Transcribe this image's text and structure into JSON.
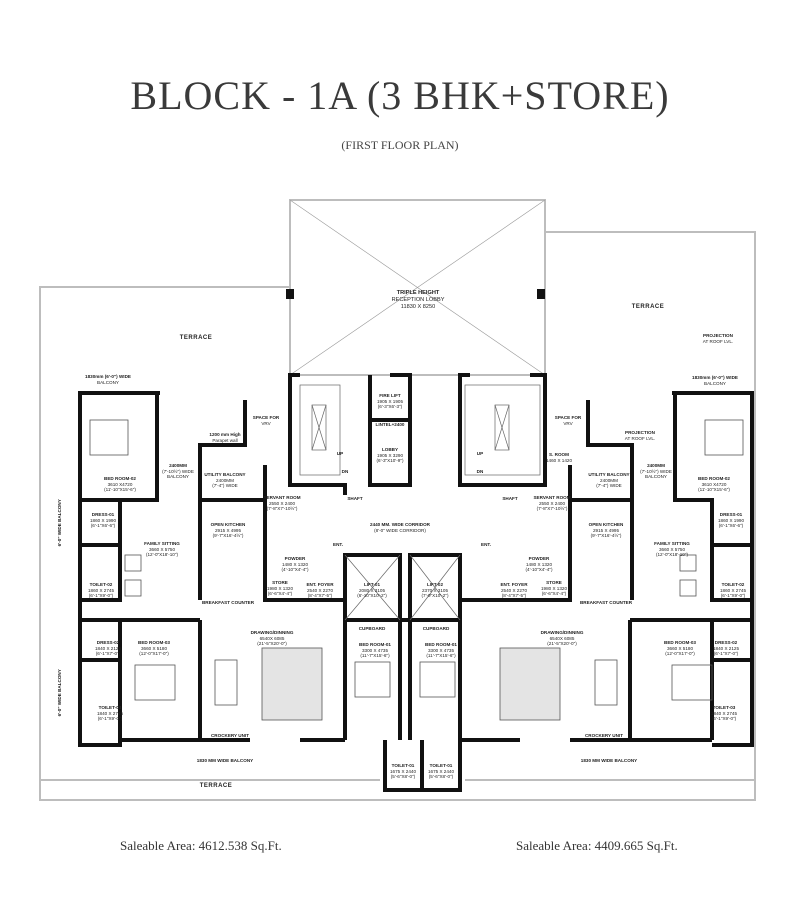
{
  "header": {
    "title": "BLOCK - 1A (3 BHK+STORE)",
    "subtitle": "(FIRST FLOOR PLAN)"
  },
  "footer": {
    "left_area": "Saleable Area: 4612.538 Sq.Ft.",
    "right_area": "Saleable Area: 4409.665 Sq.Ft."
  },
  "labels": {
    "terrace": "TERRACE",
    "projection": [
      "PROJECTION",
      "AT ROOF LVL."
    ],
    "reception": [
      "TRIPLE HEIGHT",
      "RECEPTION LOBBY",
      "11830 X 8250"
    ],
    "balcony_1830_top": [
      "1830mm (6'-0\") WIDE",
      "BALCONY"
    ],
    "bed02": [
      "BED ROOM-02",
      "3610 X4720",
      "(11'-10\"X15'-6\")"
    ],
    "balcony_2400": [
      "2400MM",
      "(7'-10½\") WIDE",
      "BALCONY"
    ],
    "parapet": [
      "1200 mm High",
      "Parapet wall"
    ],
    "vrv": [
      "SPACE FOR",
      "VRV"
    ],
    "utility": [
      "UTILITY BALCONY",
      "2400MM",
      "(7'-4\") WIDE"
    ],
    "servant": [
      "SERVANT ROOM",
      "2550 X 2400",
      "(7'-8\"X7'-10½\")"
    ],
    "servant_toilet": [
      "S. ROOM",
      "1460 X 1420"
    ],
    "dress01": [
      "DRESS-01",
      "1860 X 1990",
      "(6'-1\"X6'-6\")"
    ],
    "family": [
      "FAMILY SITTING",
      "3660 X 5750",
      "(12'-0\"X18'-10\")"
    ],
    "kitchen": [
      "OPEN KITCHEN",
      "2915 X 4995",
      "(9'-7\"X16'-4½\")"
    ],
    "toilet02": [
      "TOILET-02",
      "1860 X 2745",
      "(6'-1\"X9'-0\")"
    ],
    "powder": [
      "POWDER",
      "1480 X 1320",
      "(4'-10\"X4'-4\")"
    ],
    "store": [
      "STORE",
      "1980 X 1320",
      "(6'-6\"X4'-4\")"
    ],
    "foyer": [
      "ENT. FOYER",
      "2540 X 2270",
      "(8'-4\"X7'-5\")"
    ],
    "ent": "ENT.",
    "lift01": [
      "LIFT-01",
      "2080 X 3105",
      "(6'-10\"X10'-2\")"
    ],
    "lift02": [
      "LIFT-02",
      "2370 X 3105",
      "(7'-9\"X10'-2\")"
    ],
    "corridor": [
      "2440 MM. WIDE CORRIDOR",
      "(8'-0\" WIDE CORRIDOR)"
    ],
    "firelift": [
      "FIRE LIFT",
      "1905 X 1905",
      "(6'-3\"X6'-3\")"
    ],
    "lintel": "LINTEL+2400",
    "lobby": [
      "LOBBY",
      "1905 X 3290",
      "(6'-3\"X10'-9\")"
    ],
    "up": "UP",
    "dn": "DN",
    "shaft": "SHAFT",
    "drawing": [
      "DRAWING/DINNING",
      "6540X 6085",
      "(21'-5\"X20'-0\")"
    ],
    "bed03": [
      "BED ROOM-03",
      "3660 X 5180",
      "(12'-0\"X17'-0\")"
    ],
    "dress02": [
      "DRESS-02",
      "1840 X 2125",
      "(6'-1\"X7'-0\")"
    ],
    "toilet03": [
      "TOILET-03",
      "1840 X 2745",
      "(6'-1\"X9'-0\")"
    ],
    "bed01": [
      "BED ROOM-01",
      "3300 X 4735",
      "(11'-7\"X15'-6\")"
    ],
    "toilet01": [
      "TOILET-01",
      "1675 X 2440",
      "(5'-6\"X8'-0\")"
    ],
    "cupboard": "CUPBOARD",
    "crockery": "CROCKERY UNIT",
    "breakfast": "BREAKFAST COUNTER",
    "balcony_1830_bottom": "1830 MM WIDE BALCONY",
    "side_balcony": "6'-0\" WIDE BALCONY"
  }
}
